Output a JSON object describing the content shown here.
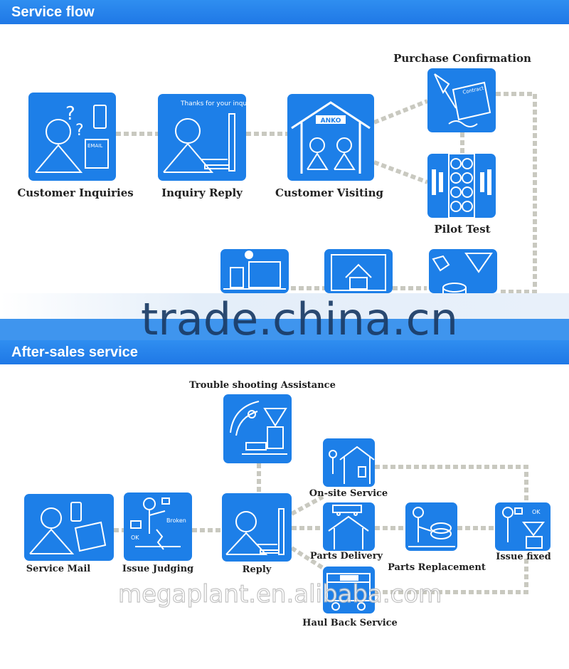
{
  "header": {
    "service_flow": "Service flow",
    "after_sales": "After-sales service"
  },
  "service_flow": {
    "customer_inquiries": "Customer Inquiries",
    "inquiry_reply": "Inquiry Reply",
    "customer_visiting": "Customer Visiting",
    "purchase_confirmation": "Purchase Confirmation",
    "pilot_test": "Pilot Test",
    "thanks_text": "Thanks for your inquiry",
    "email_text": "EMAIL",
    "brand_text": "ANKO",
    "contract_text": "Contract"
  },
  "after_sales": {
    "trouble_shooting": "Trouble shooting Assistance",
    "service_mail": "Service Mail",
    "issue_judging": "Issue Judging",
    "reply": "Reply",
    "onsite_service": "On-site Service",
    "parts_delivery": "Parts Delivery",
    "parts_replacement": "Parts Replacement",
    "issue_fixed": "Issue fixed",
    "haul_back": "Haul Back Service",
    "broken_text": "Broken",
    "ok_text": "OK"
  },
  "watermarks": {
    "trade": "trade.china.cn",
    "megaplant": "megaplant.en.alibaba.com"
  },
  "colors": {
    "banner": "#1f78e6",
    "box": "#1d7fe8",
    "connector": "#c8c8be"
  }
}
